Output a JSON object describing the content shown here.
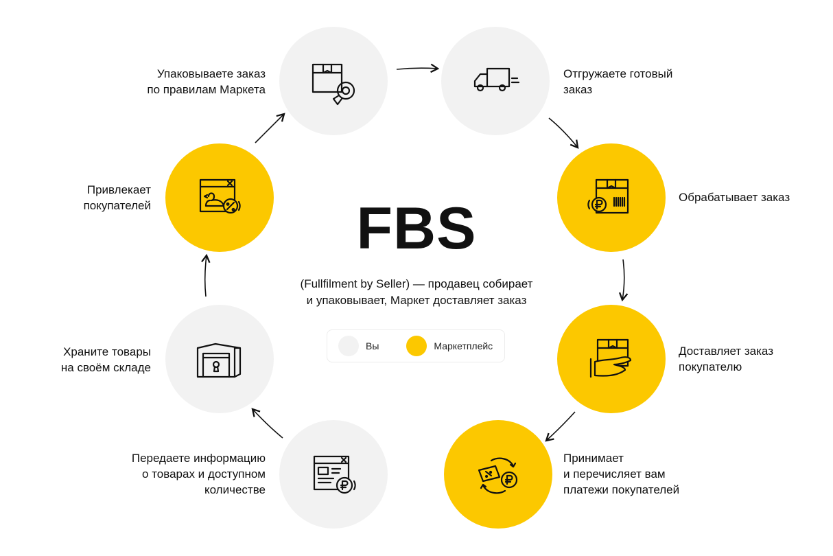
{
  "title": "FBS",
  "subtitle": "(Fullfilment by Seller) — продавец собирает\nи упаковывает, Маркет доставляет заказ",
  "legend": {
    "you": {
      "label": "Вы",
      "color": "#f2f2f2"
    },
    "marketplace": {
      "label": "Маркетплейс",
      "color": "#fcc800"
    }
  },
  "steps": {
    "pack": {
      "label": "Упаковываете заказ\nпо правилам Маркета",
      "icon": "package-tape-icon",
      "actor": "you"
    },
    "ship": {
      "label": "Отгружаете готовый\nзаказ",
      "icon": "truck-icon",
      "actor": "you"
    },
    "process": {
      "label": "Обрабатывает заказ",
      "icon": "box-barcode-ruble-icon",
      "actor": "marketplace"
    },
    "deliver": {
      "label": "Доставляет заказ\nпокупателю",
      "icon": "hand-box-icon",
      "actor": "marketplace"
    },
    "payments": {
      "label": "Принимает\nи перечисляет вам\nплатежи покупателей",
      "icon": "discount-ruble-exchange-icon",
      "actor": "marketplace"
    },
    "info": {
      "label": "Передаете информацию\nо товарах и доступном\nколичестве",
      "icon": "catalog-ruble-icon",
      "actor": "you"
    },
    "store": {
      "label": "Храните товары\nна своём складе",
      "icon": "warehouse-icon",
      "actor": "you"
    },
    "attract": {
      "label": "Привлекает\nпокупателей",
      "icon": "promo-window-icon",
      "actor": "marketplace"
    }
  }
}
